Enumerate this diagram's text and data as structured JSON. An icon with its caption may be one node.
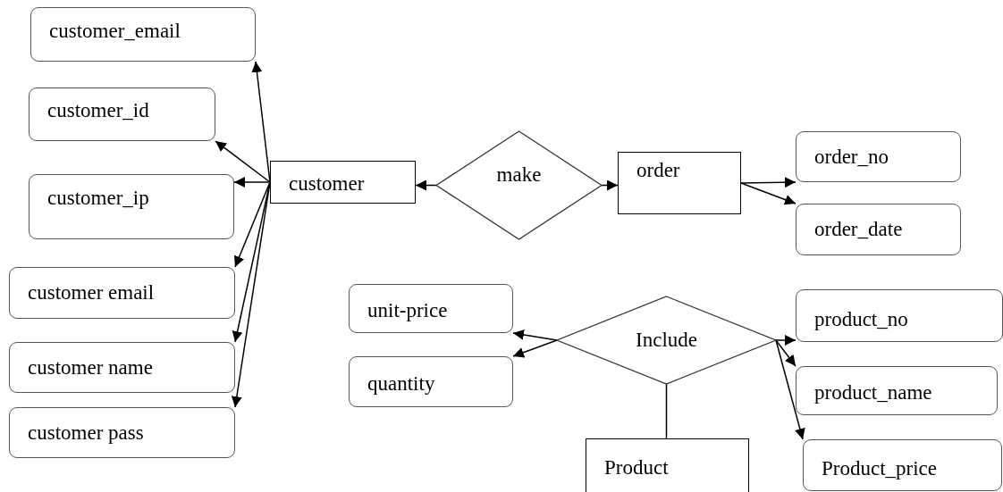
{
  "diagram": {
    "nodes": [
      {
        "text": [
          "customer_email"
        ]
      },
      {
        "text": [
          "customer_id"
        ]
      },
      {
        "text": [
          "customer_ip"
        ]
      },
      {
        "text": [
          "customer email"
        ]
      },
      {
        "text": [
          "customer name"
        ]
      },
      {
        "text": [
          "customer pass"
        ]
      },
      {
        "text": [
          "customer"
        ]
      },
      {
        "text": [
          "make"
        ]
      },
      {
        "text": [
          "order"
        ]
      },
      {
        "text": [
          "order_no"
        ]
      },
      {
        "text": [
          "order_date"
        ]
      },
      {
        "text": [
          "unit-price"
        ]
      },
      {
        "text": [
          "quantity"
        ]
      },
      {
        "text": [
          "Include"
        ]
      },
      {
        "text": [
          "product_no"
        ]
      },
      {
        "text": [
          "product_name"
        ]
      },
      {
        "text": [
          "Product_price"
        ]
      },
      {
        "text": [
          "Product"
        ]
      }
    ],
    "edges": [
      {
        "from": 6,
        "to": 0,
        "arrow": "to"
      },
      {
        "from": 6,
        "to": 1,
        "arrow": "to"
      },
      {
        "from": 6,
        "to": 2,
        "arrow": "to"
      },
      {
        "from": 6,
        "to": 3,
        "arrow": "to"
      },
      {
        "from": 6,
        "to": 4,
        "arrow": "to"
      },
      {
        "from": 6,
        "to": 5,
        "arrow": "to"
      },
      {
        "from": 7,
        "to": 6,
        "arrow": "to"
      },
      {
        "from": 7,
        "to": 8,
        "arrow": "to"
      },
      {
        "from": 8,
        "to": 9,
        "arrow": "to"
      },
      {
        "from": 8,
        "to": 10,
        "arrow": "to"
      },
      {
        "from": 13,
        "to": 11,
        "arrow": "to"
      },
      {
        "from": 13,
        "to": 12,
        "arrow": "to"
      },
      {
        "from": 13,
        "to": 14,
        "arrow": "to"
      },
      {
        "from": 13,
        "to": 15,
        "arrow": "to"
      },
      {
        "from": 13,
        "to": 16,
        "arrow": "to"
      },
      {
        "from": 13,
        "to": 17,
        "arrow": "none"
      }
    ]
  }
}
